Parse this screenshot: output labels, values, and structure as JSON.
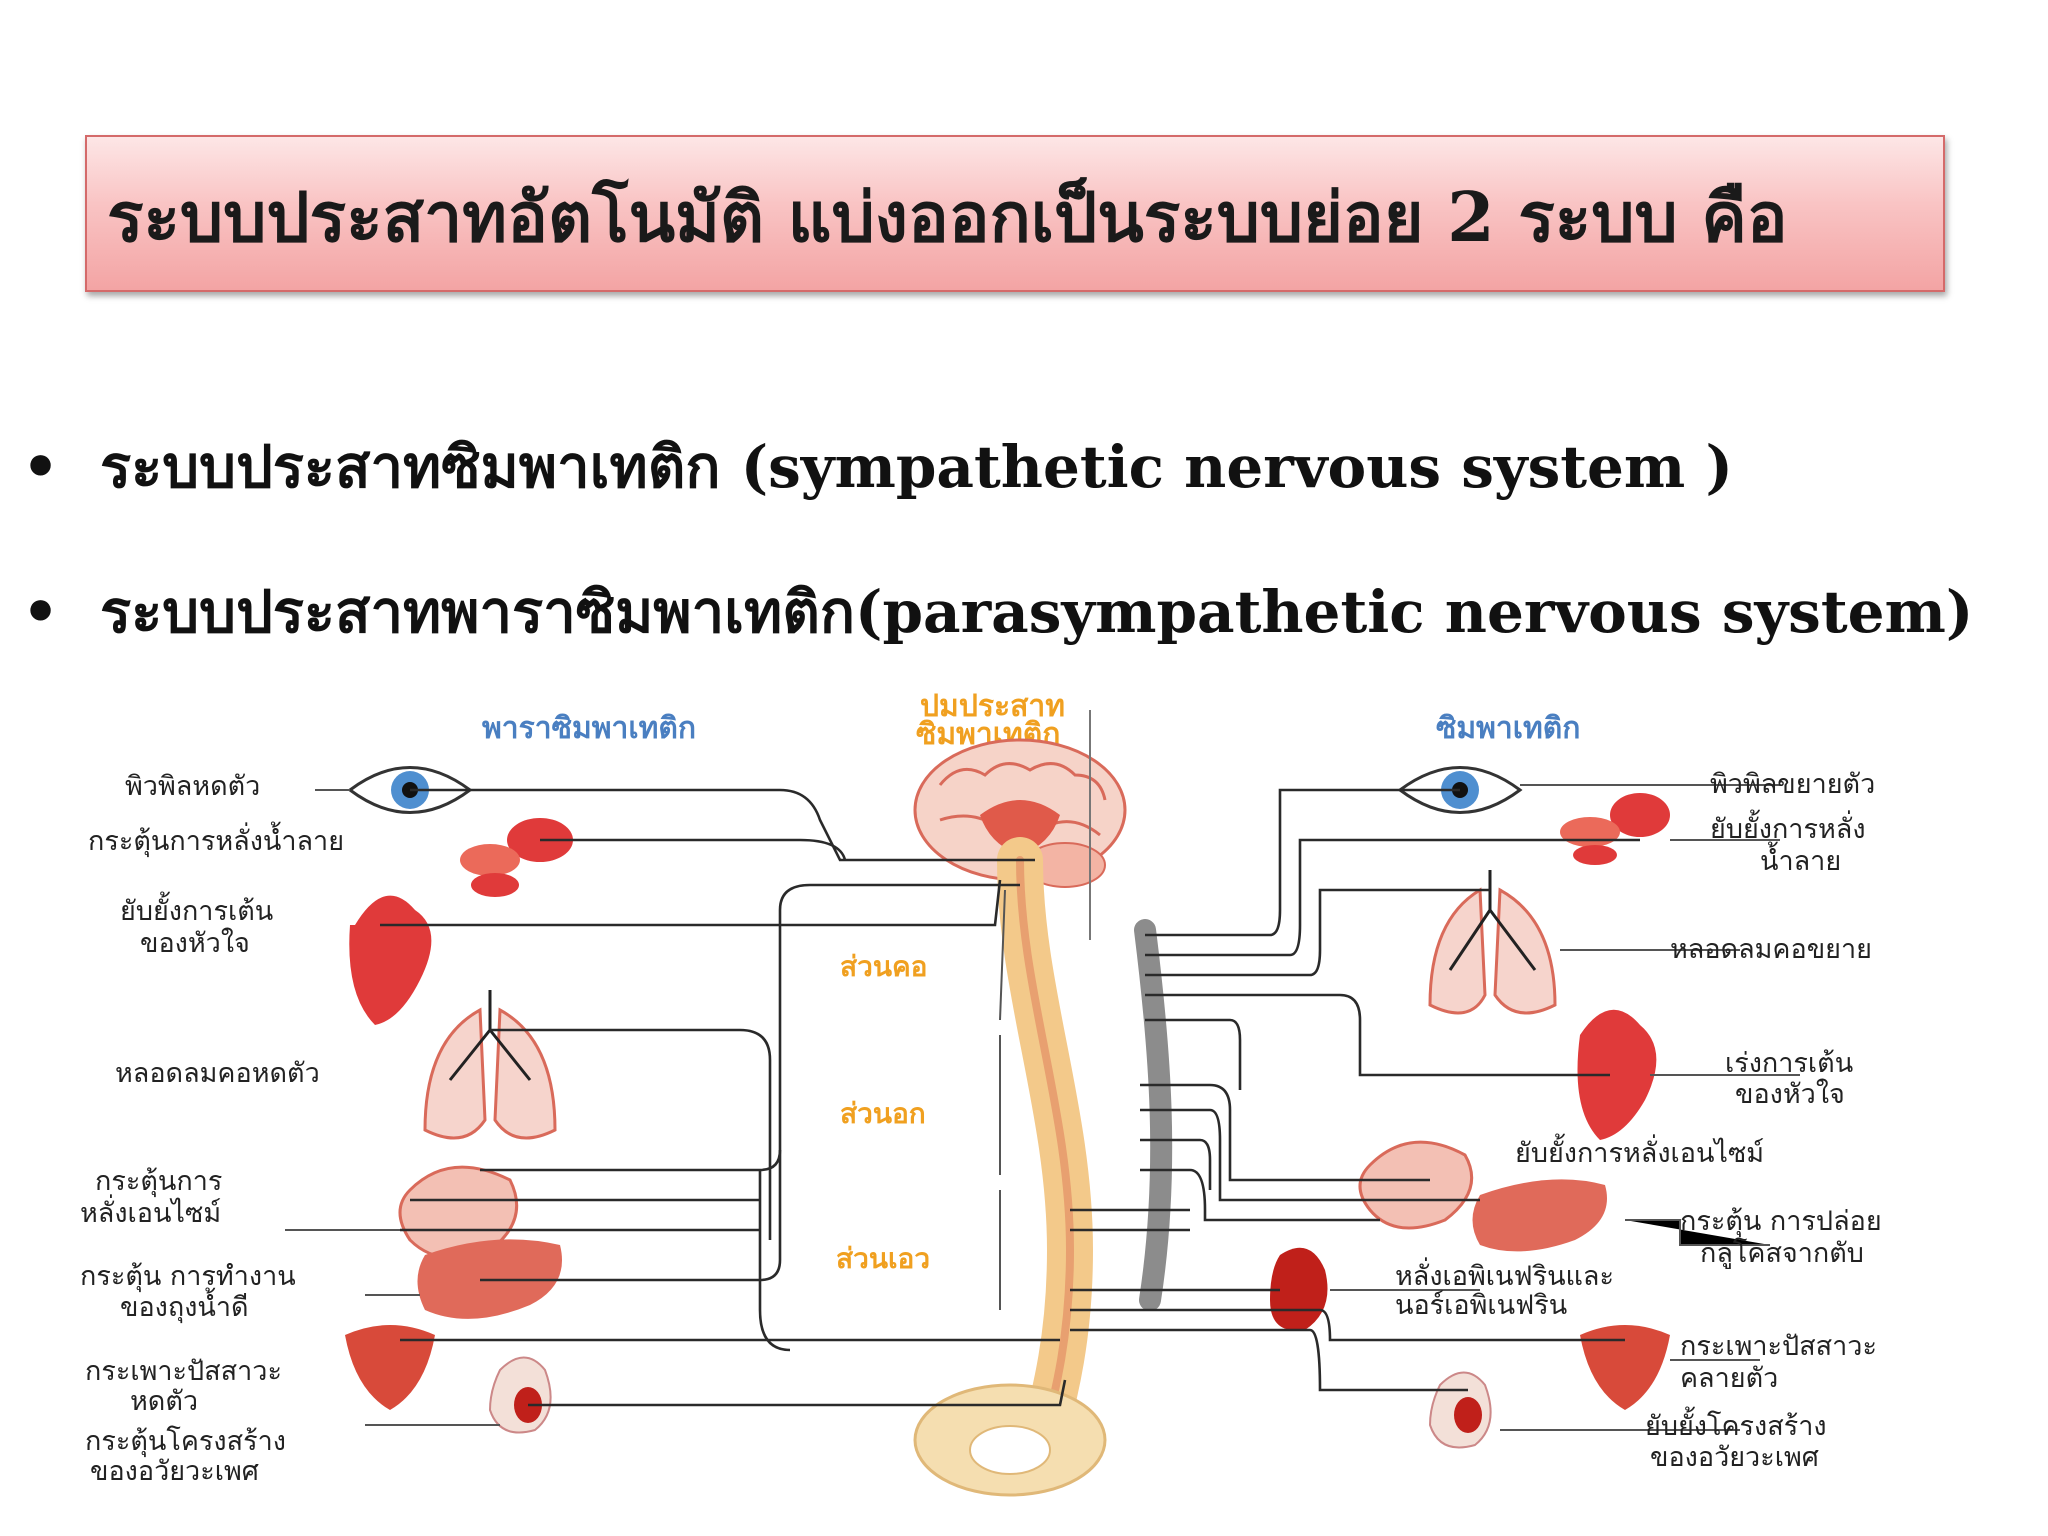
{
  "slide": {
    "title": "ระบบประสาทอัตโนมัติ แบ่งออกเป็นระบบย่อย 2 ระบบ คือ",
    "bullets": [
      "ระบบประสาทซิมพาเทติก (sympathetic nervous system )",
      "ระบบประสาทพาราซิมพาเทติก(parasympathetic nervous system)"
    ],
    "bullet_symbol": "•"
  },
  "diagram": {
    "headers": {
      "parasympathetic": "พาราซิมพาเทติก",
      "ganglion_line1": "ปมประสาท",
      "ganglion_line2": "ซิมพาเทติก",
      "sympathetic": "ซิมพาเทติก"
    },
    "segments": {
      "cervical": "ส่วนคอ",
      "thoracic": "ส่วนอก",
      "lumbar": "ส่วนเอว"
    },
    "left_labels": [
      [
        "พิวพิลหดตัว"
      ],
      [
        "กระตุ้นการหลั่งน้ำลาย"
      ],
      [
        "ยับยั้งการเต้น",
        "ของหัวใจ"
      ],
      [
        "หลอดลมคอหดตัว"
      ],
      [
        "กระตุ้นการ",
        "หลั่งเอนไซม์"
      ],
      [
        "กระตุ้น การทำงาน",
        "ของถุงน้ำดี"
      ],
      [
        "กระเพาะปัสสาวะ",
        "หดตัว"
      ],
      [
        "กระตุ้นโครงสร้าง",
        "ของอวัยวะเพศ"
      ]
    ],
    "right_labels": [
      [
        "พิวพิลขยายตัว"
      ],
      [
        "ยับยั้งการหลั่ง",
        "น้ำลาย"
      ],
      [
        "หลอดลมคอขยาย"
      ],
      [
        "เร่งการเต้น",
        "ของหัวใจ"
      ],
      [
        "ยับยั้งการหลั่งเอนไซม์"
      ],
      [
        "กระตุ้น การปล่อย",
        "กลูโคสจากตับ"
      ],
      [
        "หลั่งเอพิเนฟรินและ",
        "นอร์เอพิเนฟริน"
      ],
      [
        "กระเพาะปัสสาวะ",
        "คลายตัว"
      ],
      [
        "ยับยั้งโครงสร้าง",
        "ของอวัยวะเพศ"
      ]
    ],
    "colors": {
      "organ": "#e03a3a",
      "spine": "#f3c98a",
      "nerve": "#2a2a2a",
      "chain": "#8c8c8c"
    }
  }
}
